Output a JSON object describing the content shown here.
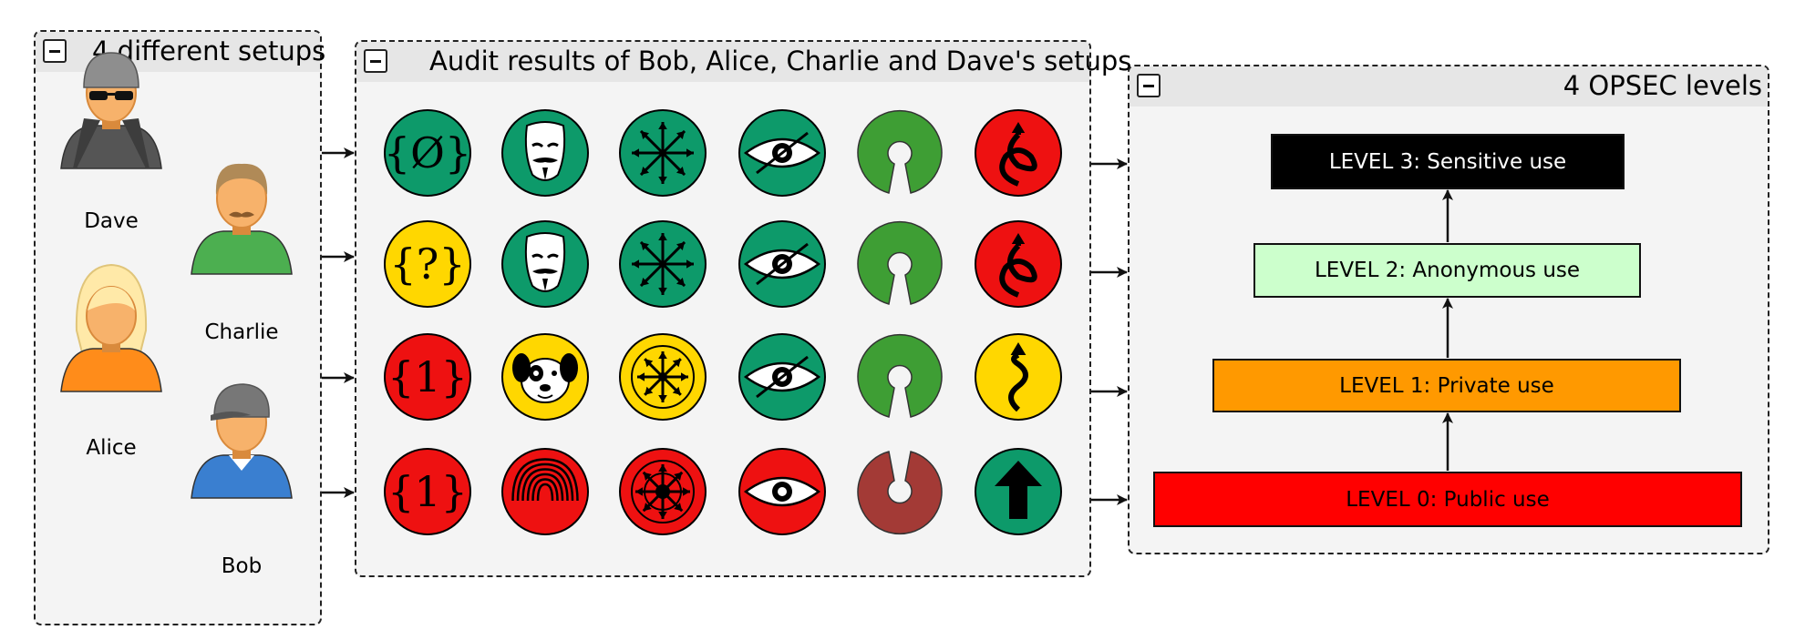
{
  "panels": {
    "setups": {
      "title": "4 different setups"
    },
    "audit": {
      "title": "Audit results of Bob, Alice, Charlie and Dave's setups"
    },
    "levels": {
      "title": "4 OPSEC levels"
    }
  },
  "people": [
    {
      "name": "Dave",
      "icon": "spy-avatar-icon",
      "color": "#555555"
    },
    {
      "name": "Charlie",
      "icon": "mustache-man-avatar-icon",
      "color": "#4caf50"
    },
    {
      "name": "Alice",
      "icon": "woman-avatar-icon",
      "color": "#ff8c1a"
    },
    {
      "name": "Bob",
      "icon": "cap-man-avatar-icon",
      "color": "#3a7fd0"
    }
  ],
  "audit_rows": [
    {
      "row": "row-1",
      "cells": [
        {
          "icon": "encryption-empty-brace-icon",
          "color": "#0d9a6a",
          "glyph": "{Ø}"
        },
        {
          "icon": "anonymous-mask-icon",
          "color": "#0d9a6a"
        },
        {
          "icon": "chaos-star-icon",
          "color": "#0d9a6a"
        },
        {
          "icon": "crossed-eye-icon",
          "color": "#0d9a6a"
        },
        {
          "icon": "open-source-icon",
          "color": "#3e9e34"
        },
        {
          "icon": "tangled-arrow-icon",
          "color": "#ee1111"
        }
      ]
    },
    {
      "row": "row-2",
      "cells": [
        {
          "icon": "encryption-question-brace-icon",
          "color": "#ffd700",
          "glyph": "{?}"
        },
        {
          "icon": "anonymous-mask-icon",
          "color": "#0d9a6a"
        },
        {
          "icon": "chaos-star-icon",
          "color": "#0d9a6a"
        },
        {
          "icon": "crossed-eye-icon",
          "color": "#0d9a6a"
        },
        {
          "icon": "open-source-icon",
          "color": "#3e9e34"
        },
        {
          "icon": "tangled-arrow-icon",
          "color": "#ee1111"
        }
      ]
    },
    {
      "row": "row-3",
      "cells": [
        {
          "icon": "encryption-one-brace-icon",
          "color": "#ee1111",
          "glyph": "{1}"
        },
        {
          "icon": "dog-face-icon",
          "color": "#ffd700"
        },
        {
          "icon": "converging-arrows-icon",
          "color": "#ffd700"
        },
        {
          "icon": "crossed-eye-icon",
          "color": "#0d9a6a"
        },
        {
          "icon": "open-source-icon",
          "color": "#3e9e34"
        },
        {
          "icon": "winding-arrow-icon",
          "color": "#ffd700"
        }
      ]
    },
    {
      "row": "row-4",
      "cells": [
        {
          "icon": "encryption-one-brace-icon",
          "color": "#ee1111",
          "glyph": "{1}"
        },
        {
          "icon": "fingerprint-icon",
          "color": "#ee1111"
        },
        {
          "icon": "target-inward-arrows-icon",
          "color": "#ee1111"
        },
        {
          "icon": "open-eye-icon",
          "color": "#ee1111"
        },
        {
          "icon": "closed-source-icon",
          "color": "#a33a36"
        },
        {
          "icon": "straight-arrow-icon",
          "color": "#0d9a6a"
        }
      ]
    }
  ],
  "levels": [
    {
      "label": "LEVEL 3: Sensitive use",
      "bg": "#000000",
      "fg": "#ffffff"
    },
    {
      "label": "LEVEL 2: Anonymous use",
      "bg": "#ccffcc",
      "fg": "#000000"
    },
    {
      "label": "LEVEL 1: Private use",
      "bg": "#ff9900",
      "fg": "#000000"
    },
    {
      "label": "LEVEL 0: Public use",
      "bg": "#ff0000",
      "fg": "#000000"
    }
  ]
}
